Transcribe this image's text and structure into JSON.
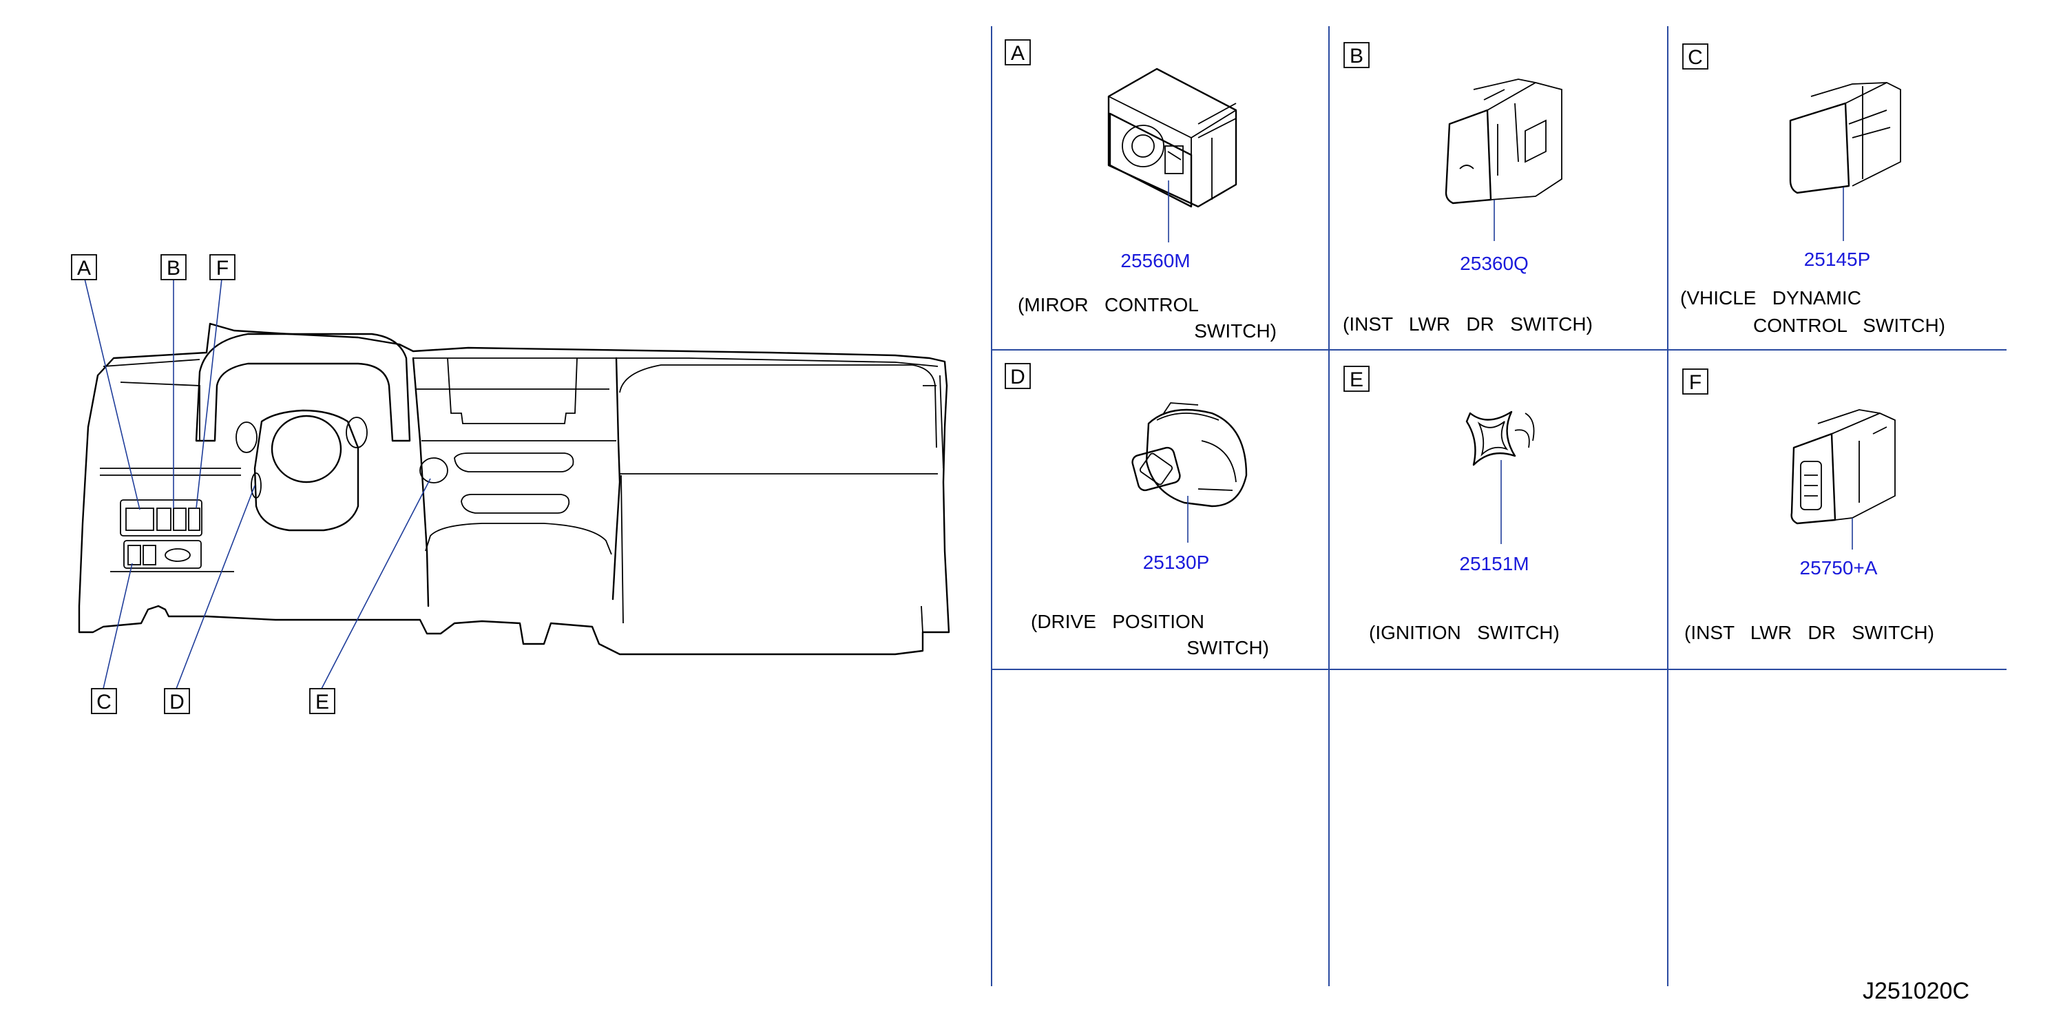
{
  "overview": {
    "callouts": [
      "A",
      "B",
      "F",
      "C",
      "D",
      "E"
    ]
  },
  "parts": [
    {
      "letter": "A",
      "part_number": "25560M",
      "desc_line1": "(MIROR   CONTROL",
      "desc_line2": "SWITCH)"
    },
    {
      "letter": "B",
      "part_number": "25360Q",
      "desc_line1": "(INST   LWR   DR   SWITCH)",
      "desc_line2": ""
    },
    {
      "letter": "C",
      "part_number": "25145P",
      "desc_line1": "(VHICLE   DYNAMIC",
      "desc_line2": "CONTROL   SWITCH)"
    },
    {
      "letter": "D",
      "part_number": "25130P",
      "desc_line1": "(DRIVE   POSITION",
      "desc_line2": "SWITCH)"
    },
    {
      "letter": "E",
      "part_number": "25151M",
      "desc_line1": "(IGNITION   SWITCH)",
      "desc_line2": ""
    },
    {
      "letter": "F",
      "part_number": "25750+A",
      "desc_line1": "(INST   LWR   DR   SWITCH)",
      "desc_line2": ""
    }
  ],
  "diagram_code": "J251020C"
}
